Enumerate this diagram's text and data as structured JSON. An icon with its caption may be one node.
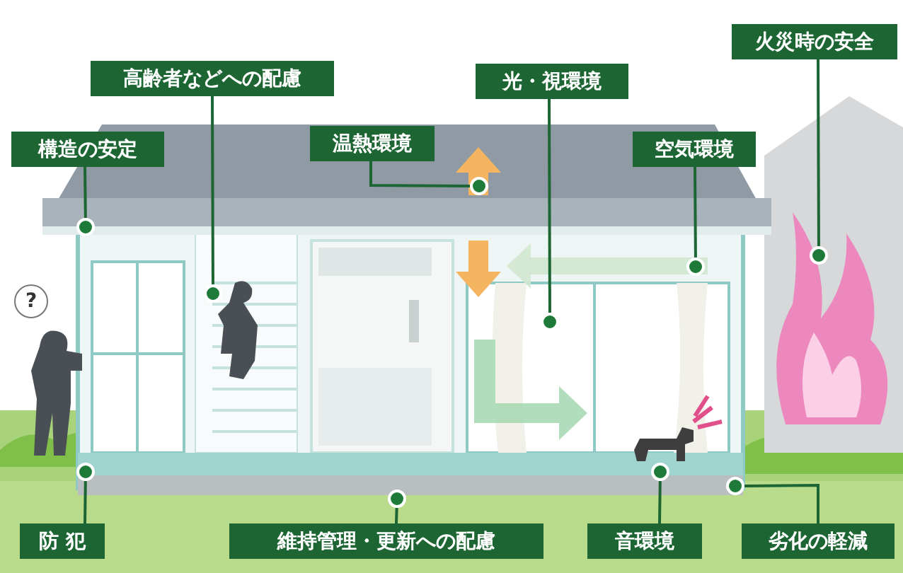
{
  "diagram": {
    "nodes": [
      {
        "text": [
          "構造の安定"
        ]
      },
      {
        "text": [],
        "shape": "circle"
      },
      {
        "text": [
          "高齢者などへの配慮"
        ]
      },
      {
        "text": [],
        "shape": "circle"
      },
      {
        "text": [
          "温熱環境"
        ]
      },
      {
        "text": [],
        "shape": "circle"
      },
      {
        "text": [
          "光・視環境"
        ]
      },
      {
        "text": [],
        "shape": "circle"
      },
      {
        "text": [
          "空気環境"
        ]
      },
      {
        "text": [],
        "shape": "circle"
      },
      {
        "text": [
          "火災時の安全"
        ]
      },
      {
        "text": [],
        "shape": "circle"
      },
      {
        "text": [
          "?"
        ]
      },
      {
        "text": [
          "防 犯"
        ]
      },
      {
        "text": [],
        "shape": "circle"
      },
      {
        "text": [
          "維持管理・更新への配慮"
        ]
      },
      {
        "text": [],
        "shape": "circle"
      },
      {
        "text": [
          "音環境"
        ]
      },
      {
        "text": [],
        "shape": "circle"
      },
      {
        "text": [
          "劣化の軽減"
        ]
      },
      {
        "text": [],
        "shape": "circle"
      }
    ],
    "edges": [
      {
        "from": 0,
        "to": 1,
        "arrow": "none"
      },
      {
        "from": 2,
        "to": 3,
        "arrow": "none"
      },
      {
        "from": 4,
        "to": 5,
        "arrow": "none"
      },
      {
        "from": 6,
        "to": 7,
        "arrow": "none"
      },
      {
        "from": 8,
        "to": 9,
        "arrow": "none"
      },
      {
        "from": 10,
        "to": 11,
        "arrow": "none"
      },
      {
        "from": 13,
        "to": 14,
        "arrow": "none"
      },
      {
        "from": 15,
        "to": 16,
        "arrow": "none"
      },
      {
        "from": 17,
        "to": 18,
        "arrow": "none"
      },
      {
        "from": 19,
        "to": 20,
        "arrow": "none"
      }
    ]
  }
}
